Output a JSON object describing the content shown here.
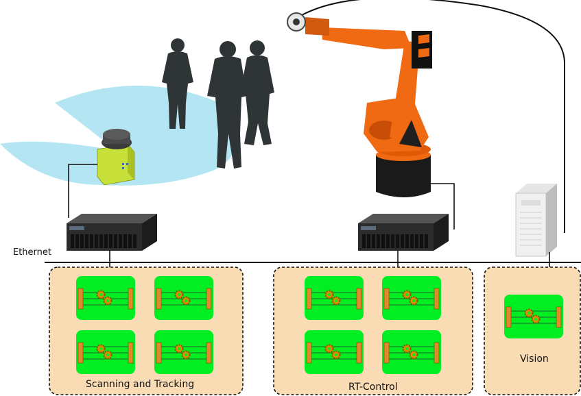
{
  "network": {
    "label": "Ethernet"
  },
  "groups": [
    {
      "label": "Scanning and Tracking",
      "modules": 4
    },
    {
      "label": "RT-Control",
      "modules": 4
    },
    {
      "label": "Vision",
      "modules": 1
    }
  ],
  "colors": {
    "group_fill": "#f9dcb3",
    "module_fill": "#00ee22",
    "module_rail": "#e08a2a",
    "gear": "#d99000",
    "scanner_fan": "#b3e6f2",
    "scanner_body": "#c8e03a",
    "robot_orange": "#ef6a12",
    "robot_dark": "#1a1a1a",
    "server_dark": "#2b2b2b",
    "people": "#2f3537"
  },
  "icons": [
    "people-silhouettes",
    "laser-scanner",
    "industrial-robot-arm",
    "rack-server",
    "tower-server",
    "processing-module",
    "gear-icon"
  ]
}
